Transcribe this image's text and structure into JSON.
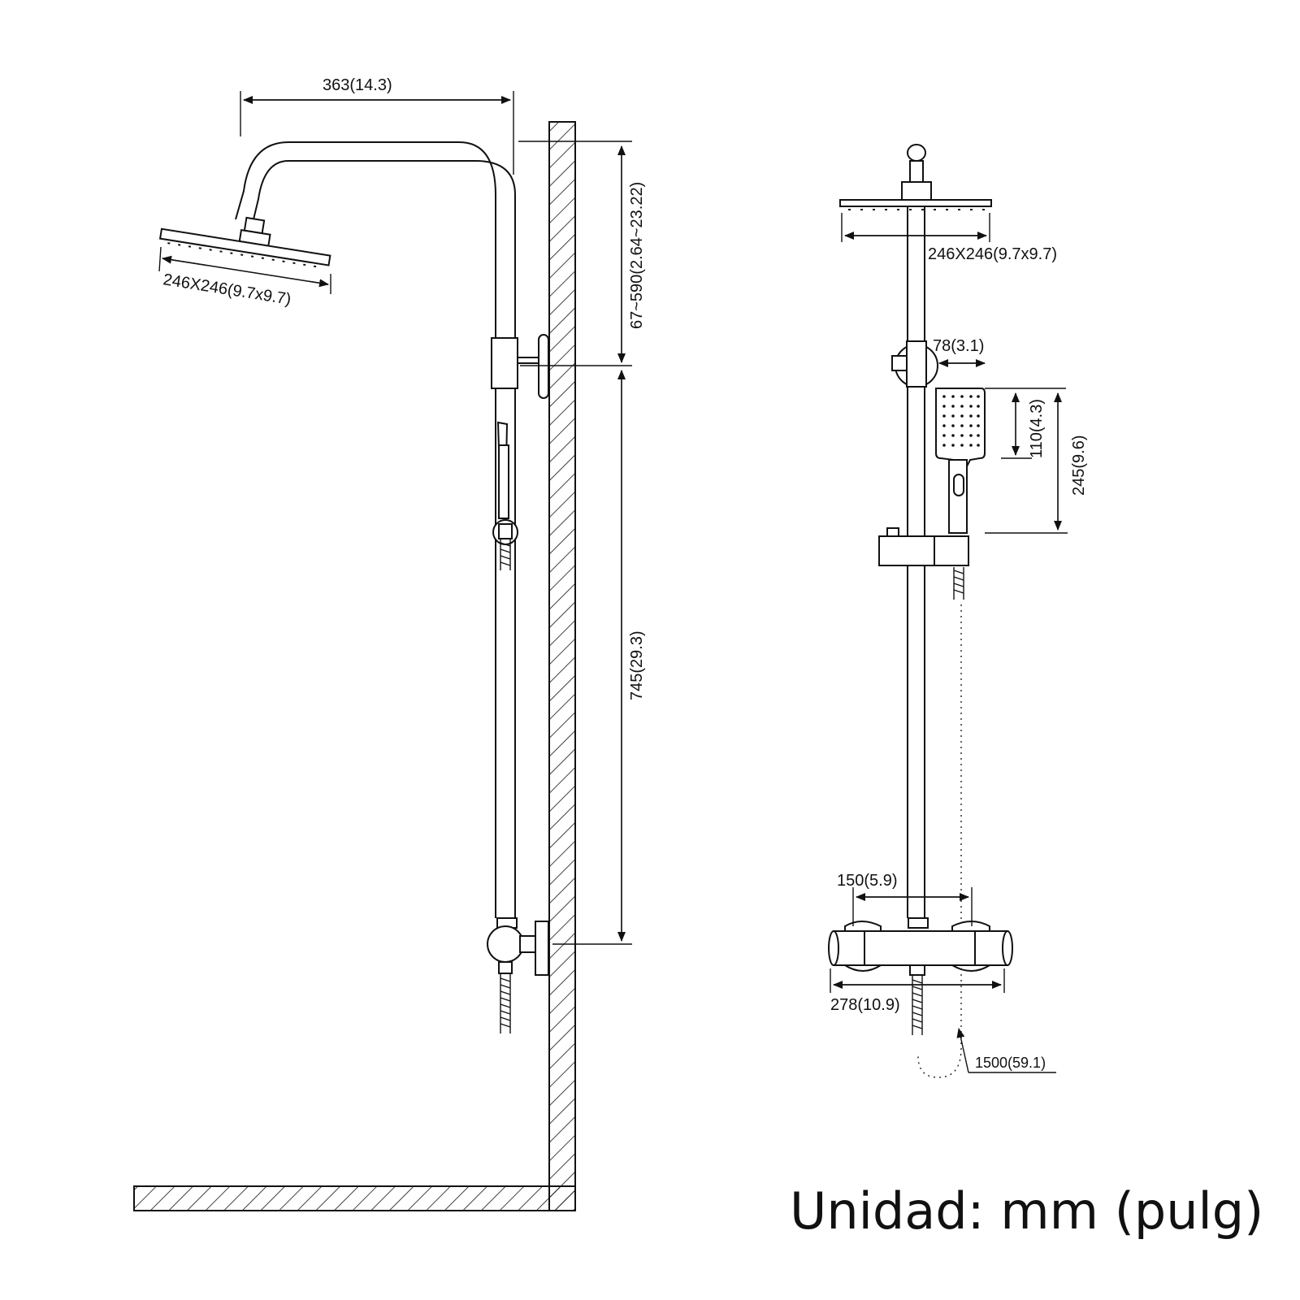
{
  "dimensions": {
    "arm_length": "363(14.3)",
    "head_size_side": "246X246(9.7x9.7)",
    "bracket_range": "67~590(2.64~23.22)",
    "rail_height": "745(29.3)",
    "head_size_front": "246X246(9.7x9.7)",
    "bracket_offset": "78(3.1)",
    "handle_length": "110(4.3)",
    "handset_length": "245(9.6)",
    "inlet_spacing": "150(5.9)",
    "mixer_width": "278(10.9)",
    "hose_length": "1500(59.1)"
  },
  "unit_note": "Unidad: mm (pulg)",
  "colors": {
    "line": "#111111",
    "background": "#ffffff"
  }
}
